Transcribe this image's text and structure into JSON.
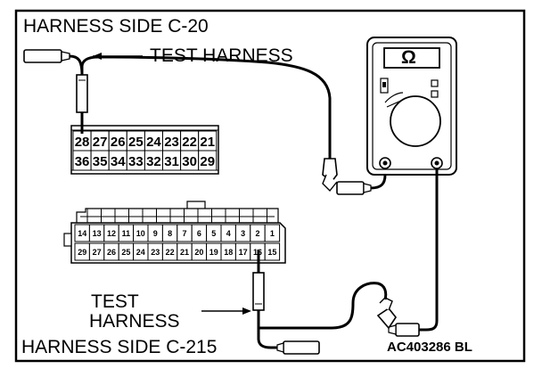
{
  "labels": {
    "top_side": "HARNESS SIDE C-20",
    "top_harness": "TEST HARNESS",
    "bottom_test": "TEST",
    "bottom_harness": "HARNESS",
    "bottom_side": "HARNESS SIDE C-215",
    "code": "AC403286 BL"
  },
  "meter": {
    "symbol": "Ω"
  },
  "connector_c20": {
    "row1": [
      "28",
      "27",
      "26",
      "25",
      "24",
      "23",
      "22",
      "21"
    ],
    "row2": [
      "36",
      "35",
      "34",
      "33",
      "32",
      "31",
      "30",
      "29"
    ]
  },
  "connector_c215": {
    "row1": [
      "14",
      "13",
      "12",
      "11",
      "10",
      "9",
      "8",
      "7",
      "6",
      "5",
      "4",
      "3",
      "2",
      "1"
    ],
    "row2": [
      "29",
      "27",
      "26",
      "25",
      "24",
      "23",
      "22",
      "21",
      "20",
      "19",
      "18",
      "17",
      "16",
      "15"
    ]
  }
}
